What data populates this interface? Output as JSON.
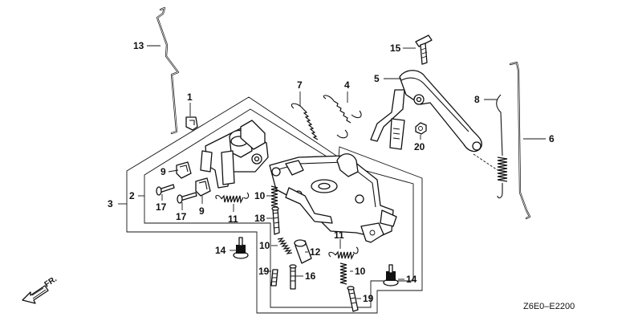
{
  "diagram": {
    "code": "Z6E0–E2200",
    "front_label": "FR.",
    "callouts": [
      {
        "id": "c13",
        "text": "13"
      },
      {
        "id": "c1",
        "text": "1"
      },
      {
        "id": "c7",
        "text": "7"
      },
      {
        "id": "c4",
        "text": "4"
      },
      {
        "id": "c15",
        "text": "15"
      },
      {
        "id": "c5",
        "text": "5"
      },
      {
        "id": "c8",
        "text": "8"
      },
      {
        "id": "c6",
        "text": "6"
      },
      {
        "id": "c20",
        "text": "20"
      },
      {
        "id": "c9a",
        "text": "9"
      },
      {
        "id": "c3",
        "text": "3"
      },
      {
        "id": "c2",
        "text": "2"
      },
      {
        "id": "c17a",
        "text": "17"
      },
      {
        "id": "c17b",
        "text": "17"
      },
      {
        "id": "c9b",
        "text": "9"
      },
      {
        "id": "c10a",
        "text": "10"
      },
      {
        "id": "c11a",
        "text": "11"
      },
      {
        "id": "c18",
        "text": "18"
      },
      {
        "id": "c10b",
        "text": "10"
      },
      {
        "id": "c11b",
        "text": "11"
      },
      {
        "id": "c14a",
        "text": "14"
      },
      {
        "id": "c12",
        "text": "12"
      },
      {
        "id": "c19a",
        "text": "19"
      },
      {
        "id": "c16",
        "text": "16"
      },
      {
        "id": "c10c",
        "text": "10"
      },
      {
        "id": "c14b",
        "text": "14"
      },
      {
        "id": "c19b",
        "text": "19"
      }
    ]
  }
}
